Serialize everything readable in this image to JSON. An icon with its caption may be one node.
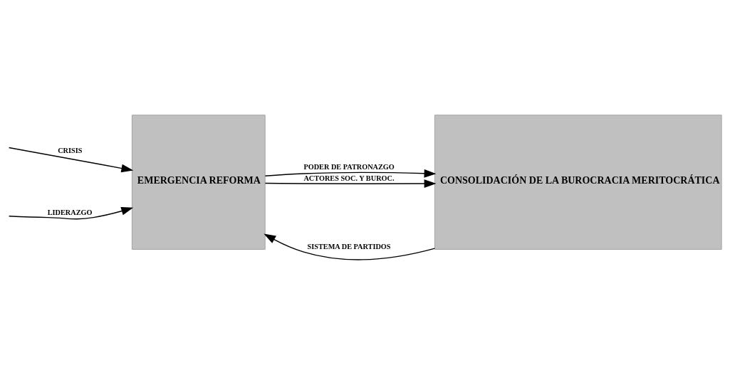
{
  "diagram": {
    "nodes": [
      {
        "text": [
          "EMERGENCIA REFORMA"
        ]
      },
      {
        "text": [
          "CONSOLIDACIÓN DE LA BUROCRACIA MERITOCRÁTICA"
        ]
      }
    ],
    "edges": [
      {
        "from": 0,
        "to": 1,
        "arrow": "to",
        "label": "PODER DE PATRONAZGO"
      },
      {
        "from": 1,
        "to": 0,
        "arrow": "to",
        "label": "SISTEMA DE PARTIDOS"
      },
      {
        "from": 0,
        "to": 1,
        "arrow": "to",
        "label": "ACTORES SOC. Y BUROC."
      },
      {
        "from": null,
        "to": 0,
        "arrow": "to",
        "label": "CRISIS"
      },
      {
        "from": null,
        "to": 0,
        "arrow": "to",
        "label": "LIDERAZGO"
      }
    ]
  }
}
